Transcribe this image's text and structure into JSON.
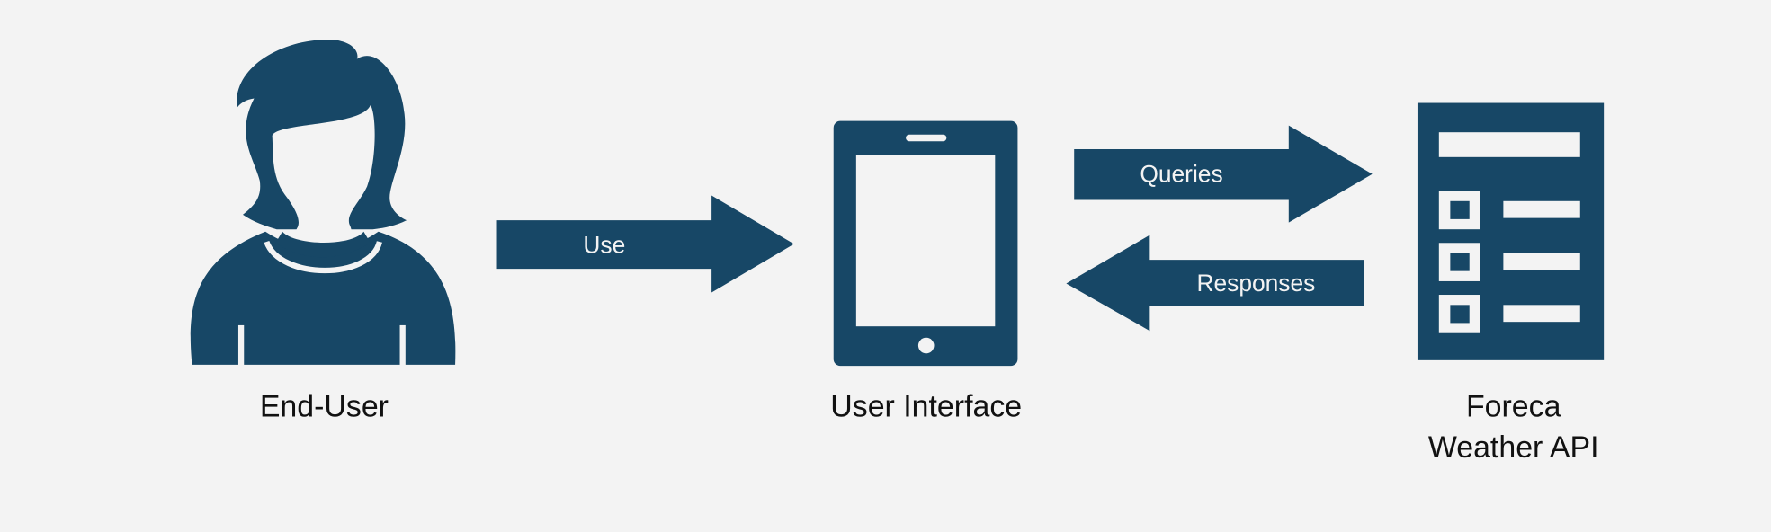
{
  "colors": {
    "primary": "#174766",
    "background": "#f3f3f3"
  },
  "nodes": {
    "end_user": "End-User",
    "user_interface": "User Interface",
    "api_line1": "Foreca",
    "api_line2": "Weather API"
  },
  "edges": {
    "use": "Use",
    "queries": "Queries",
    "responses": "Responses"
  }
}
